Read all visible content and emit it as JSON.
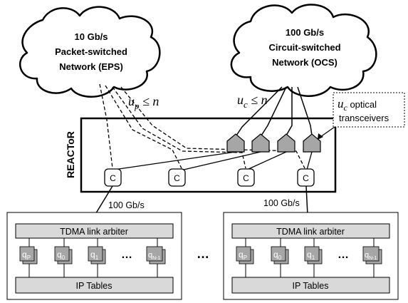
{
  "eps_cloud": {
    "line1": "10 Gb/s",
    "line2": "Packet-switched",
    "line3": "Network (EPS)"
  },
  "ocs_cloud": {
    "line1": "100 Gb/s",
    "line2": "Circuit-switched",
    "line3": "Network (OCS)"
  },
  "eps_constraint": {
    "var": "u",
    "sub": "p",
    "rest": " ≤ n"
  },
  "ocs_constraint": {
    "var": "u",
    "sub": "c",
    "rest": " ≤ n"
  },
  "transceiver_callout": {
    "var": "u",
    "sub": "c",
    "line1_rest": " optical",
    "line2": "transceivers"
  },
  "reactor_label": "REACToR",
  "circuit_label": "C",
  "left_link_label": "100 Gb/s",
  "right_link_label": "100 Gb/s",
  "ellipsis_between_hosts": "…",
  "hosts": [
    {
      "arbiter_label": "TDMA link arbiter",
      "iptables_label": "IP Tables",
      "ellipsis": "…",
      "queues": [
        {
          "q": "q",
          "sub": "P"
        },
        {
          "q": "q",
          "sub": "0"
        },
        {
          "q": "q",
          "sub": "1"
        },
        {
          "q": "q",
          "sub": "N-1"
        }
      ]
    },
    {
      "arbiter_label": "TDMA link arbiter",
      "iptables_label": "IP Tables",
      "ellipsis": "…",
      "queues": [
        {
          "q": "q",
          "sub": "P"
        },
        {
          "q": "q",
          "sub": "0"
        },
        {
          "q": "q",
          "sub": "1"
        },
        {
          "q": "q",
          "sub": "N-1"
        }
      ]
    }
  ],
  "colors": {
    "line": "#000000",
    "gray_box": "#d9d9d9",
    "queue_fill": "#a6a6a6",
    "transceiver_fill": "#a6a6a6"
  }
}
